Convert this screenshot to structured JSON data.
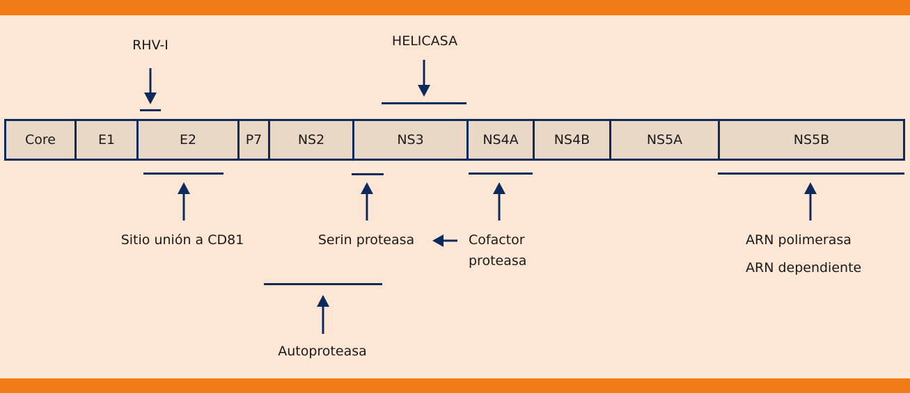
{
  "genome": {
    "segments": [
      {
        "label": "Core"
      },
      {
        "label": "E1"
      },
      {
        "label": "E2"
      },
      {
        "label": "P7"
      },
      {
        "label": "NS2"
      },
      {
        "label": "NS3"
      },
      {
        "label": "NS4A"
      },
      {
        "label": "NS4B"
      },
      {
        "label": "NS5A"
      },
      {
        "label": "NS5B"
      }
    ]
  },
  "annotations": {
    "rhv": "RHV-I",
    "helicasa": "HELICASA",
    "cd81": "Sitio unión a CD81",
    "serin": "Serin proteasa",
    "cofactor_line1": "Cofactor",
    "cofactor_line2": "proteasa",
    "arn_line1": "ARN polimerasa",
    "arn_line2": "ARN dependiente",
    "autoproteasa": "Autoproteasa"
  },
  "colors": {
    "band": "#F07B17",
    "background": "#FDE6D4",
    "box_fill": "#EAD8C7",
    "stroke": "#0D2A5C"
  }
}
